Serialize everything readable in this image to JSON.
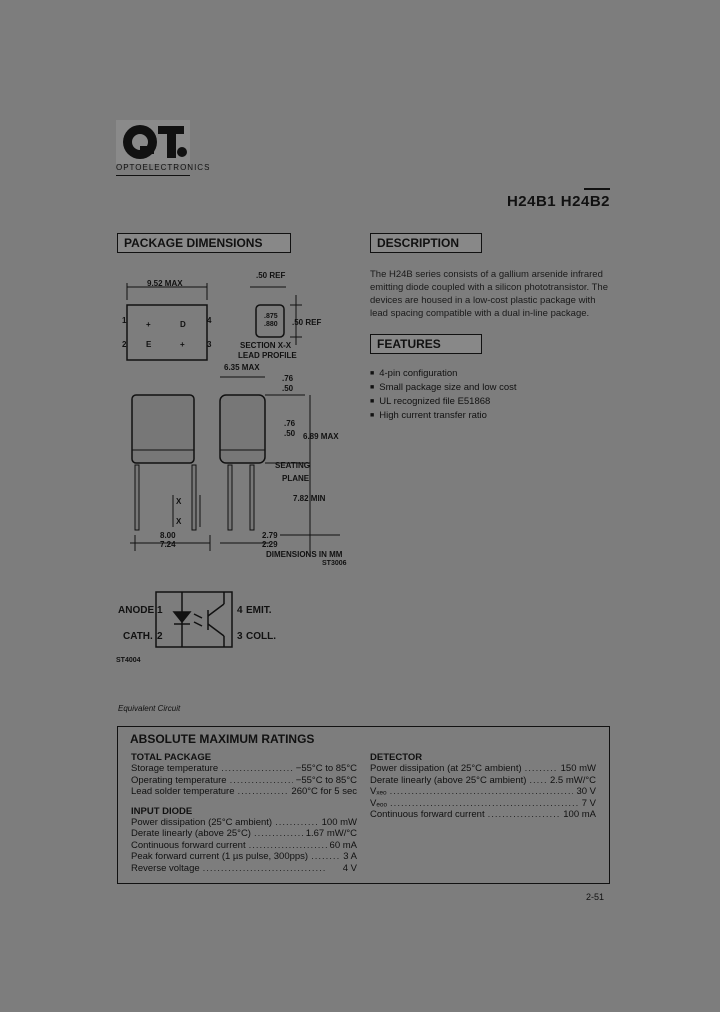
{
  "brand": {
    "logo_text": "QT",
    "subtitle": "OPTOELECTRONICS"
  },
  "part_numbers": "H24B1 H24B2",
  "sections": {
    "package": "PACKAGE DIMENSIONS",
    "description": "DESCRIPTION",
    "features": "FEATURES",
    "ratings": "ABSOLUTE MAXIMUM RATINGS"
  },
  "description_text": "The H24B series consists of a gallium arsenide infrared emitting diode coupled with a silicon phototransistor. The devices are housed in a low-cost plastic package with lead spacing compatible with a dual in-line package.",
  "features": [
    "4-pin configuration",
    "Small package size and low cost",
    "UL recognized file E51868",
    "High current transfer ratio"
  ],
  "drawing": {
    "dim_952": "9.52 MAX",
    "dim_50ref_top": ".50 REF",
    "dim_875": ".875",
    "dim_880": ".880",
    "dim_50ref_side": ".50 REF",
    "section": "SECTION X-X",
    "lead_profile": "LEAD PROFILE",
    "dim_635": "6.35 MAX",
    "dim_76a": ".76",
    "dim_50a": ".50",
    "dim_76b": ".76",
    "dim_50b": ".50",
    "dim_689": "6.89 MAX",
    "seating": "SEATING",
    "plane": "PLANE",
    "dim_782": "7.82 MIN",
    "dim_800": "8.00",
    "dim_724": "7.24",
    "dim_279": "2.79",
    "dim_229": "2.29",
    "units": "DIMENSIONS IN MM",
    "code1": "ST3006",
    "pin1": "1",
    "pin2": "2",
    "pin3": "3",
    "pin4": "4",
    "mark_plus1": "+",
    "mark_d": "D",
    "mark_e": "E",
    "mark_plus2": "+",
    "x_left": "X",
    "x_right": "X"
  },
  "circuit": {
    "anode": "ANODE",
    "cathode": "CATH.",
    "emitter": "EMIT.",
    "collector": "COLL.",
    "n1": "1",
    "n2": "2",
    "n3": "3",
    "n4": "4",
    "code": "ST4004",
    "caption": "Equivalent Circuit"
  },
  "ratings": {
    "total_package": {
      "title": "TOTAL PACKAGE",
      "rows": [
        {
          "label": "Storage temperature",
          "value": "−55°C to 85°C"
        },
        {
          "label": "Operating temperature",
          "value": "−55°C to 85°C"
        },
        {
          "label": "Lead solder temperature",
          "value": "260°C for 5 sec"
        }
      ]
    },
    "input_diode": {
      "title": "INPUT DIODE",
      "rows": [
        {
          "label": "Power dissipation (25°C ambient)",
          "value": "100 mW"
        },
        {
          "label": "Derate linearly (above 25°C)",
          "value": "1.67 mW/°C"
        },
        {
          "label": "Continuous forward current",
          "value": "60 mA"
        },
        {
          "label": "Peak forward current (1 µs pulse, 300pps)",
          "value": "3 A"
        },
        {
          "label": "Reverse voltage",
          "value": "4 V"
        }
      ]
    },
    "detector": {
      "title": "DETECTOR",
      "rows": [
        {
          "label": "Power dissipation (at 25°C ambient)",
          "value": "150 mW"
        },
        {
          "label": "Derate linearly (above 25°C ambient)",
          "value": "2.5 mW/°C"
        },
        {
          "label": "Vₓₑₒ",
          "value": "30 V"
        },
        {
          "label": "Vₑₒₒ",
          "value": "7 V"
        },
        {
          "label": "Continuous forward current",
          "value": "100 mA"
        }
      ]
    }
  },
  "page_number": "2-51"
}
